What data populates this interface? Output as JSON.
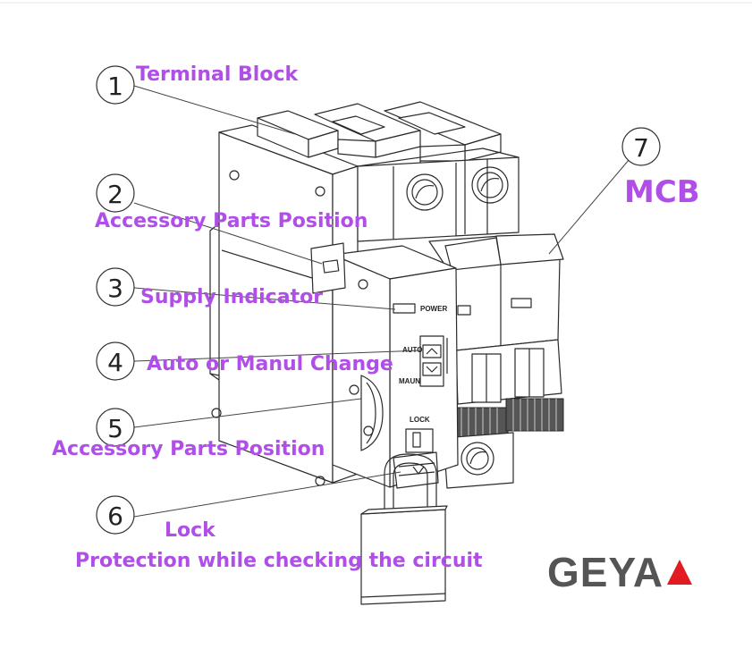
{
  "callouts": [
    {
      "number": "1",
      "label": "Terminal Block"
    },
    {
      "number": "2",
      "label": "Accessory Parts Position"
    },
    {
      "number": "3",
      "label": "Supply Indicator"
    },
    {
      "number": "4",
      "label": "Auto or Manul Change"
    },
    {
      "number": "5",
      "label": "Accessory Parts Position"
    },
    {
      "number": "6",
      "label": "Lock",
      "sublabel": "Protection while checking the circuit"
    },
    {
      "number": "7",
      "label": "MCB"
    }
  ],
  "device_text": {
    "power": "POWER",
    "auto": "AUTO",
    "maun": "MAUN",
    "lock": "LOCK"
  },
  "brand": {
    "name": "GEYA",
    "text_color": "#555555",
    "accent_color": "#e21a22"
  },
  "colors": {
    "label": "#b04ee8",
    "line": "#2a2a2a"
  }
}
